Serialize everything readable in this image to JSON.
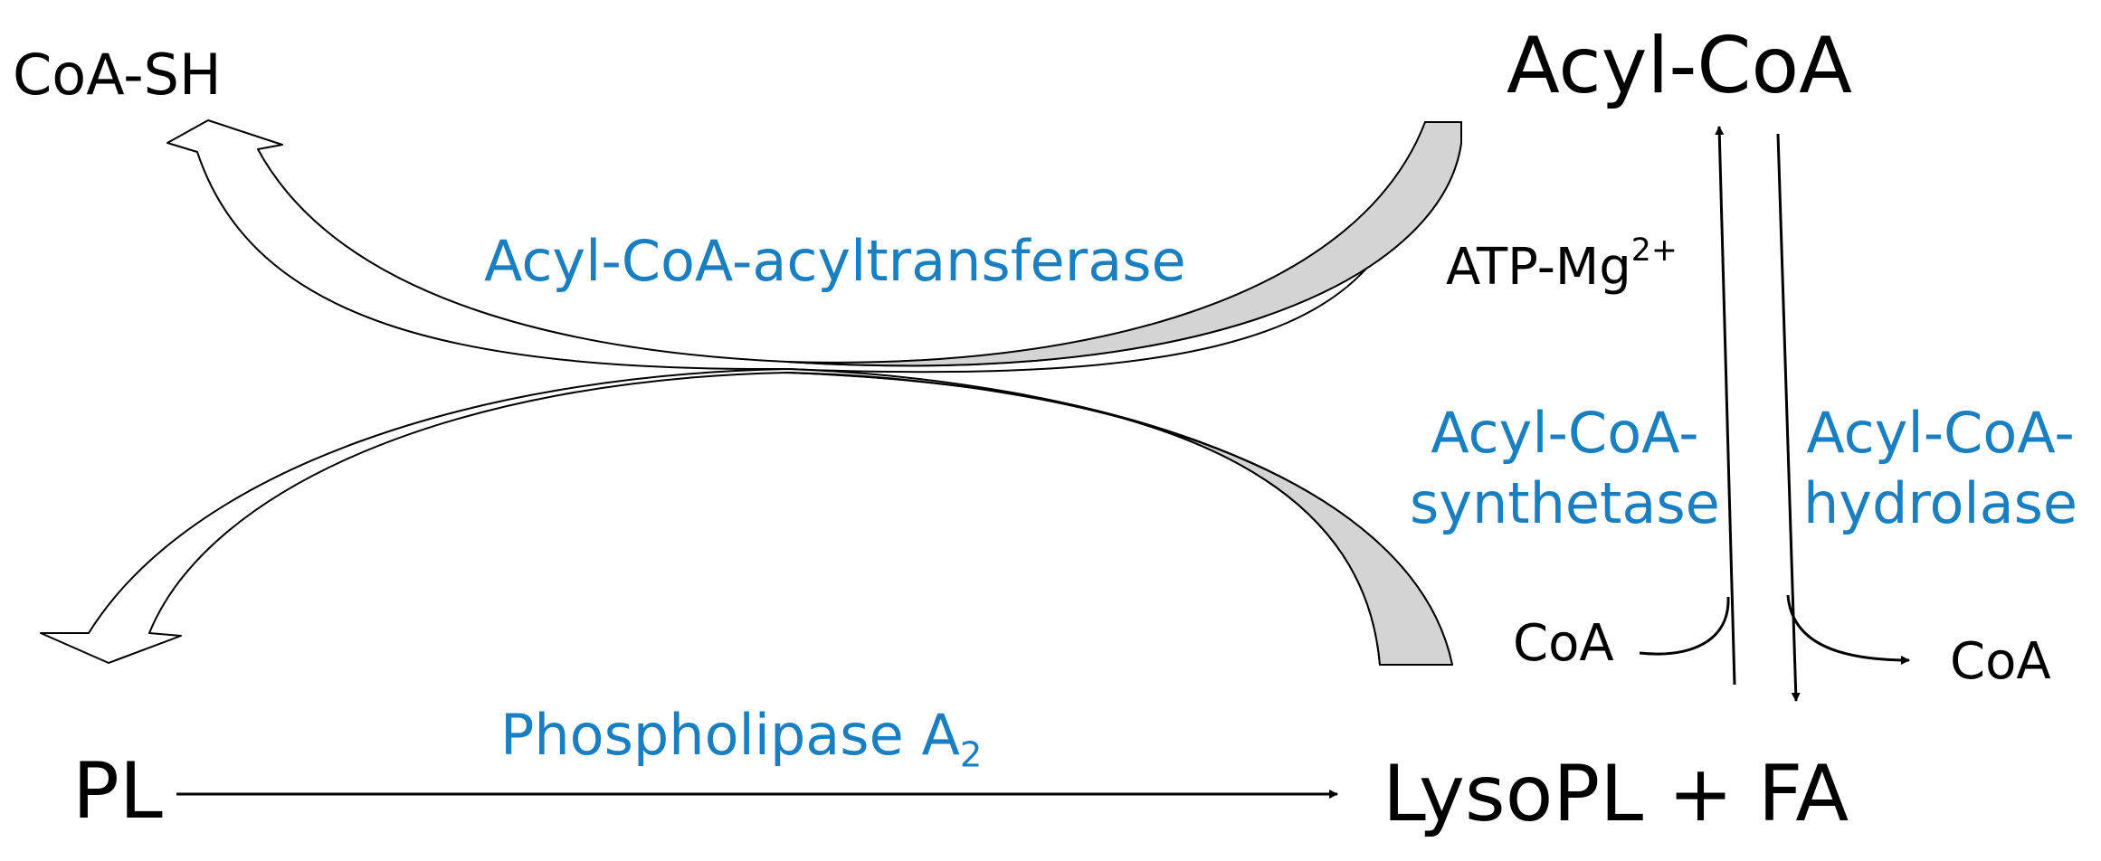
{
  "colors": {
    "enzyme_text": "#1a7fc1",
    "shaded_arrow_fill": "#d4d4d4",
    "line": "#000000"
  },
  "metabolites": {
    "coa_sh": "CoA-SH",
    "acyl_coa": "Acyl-CoA",
    "pl": "PL",
    "lysopl_fa": "LysoPL + FA",
    "coa_left": "CoA",
    "coa_right": "CoA"
  },
  "cofactor": {
    "base": "ATP-Mg",
    "superscript": "2+"
  },
  "enzymes": {
    "acyltransferase": "Acyl-CoA-acyltransferase",
    "synthetase_line1": "Acyl-CoA-",
    "synthetase_line2": "synthetase",
    "hydrolase_line1": "Acyl-CoA-",
    "hydrolase_line2": "hydrolase",
    "phospholipase_base": "Phospholipase A",
    "phospholipase_subscript": "2"
  }
}
